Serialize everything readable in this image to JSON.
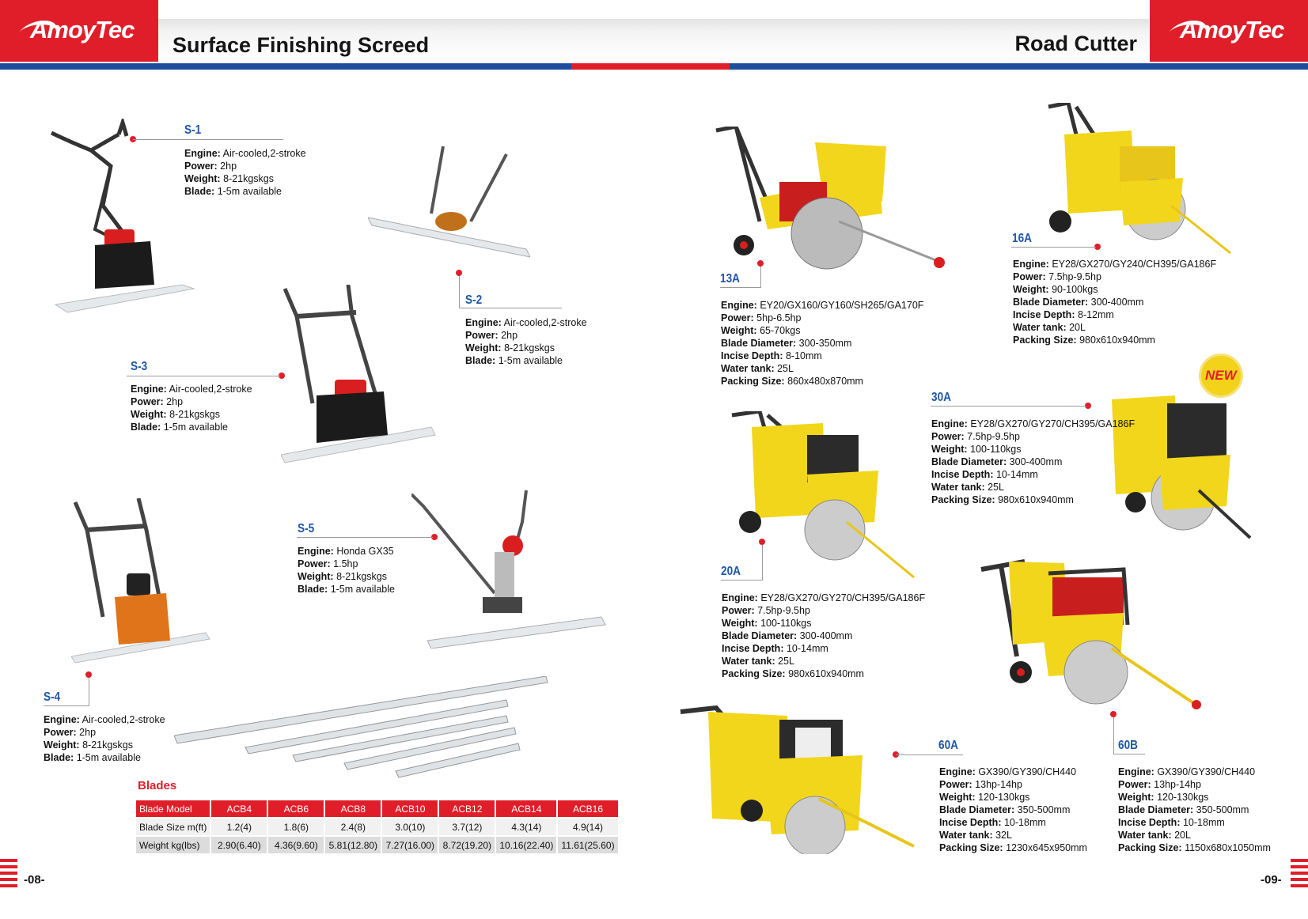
{
  "header": {
    "brand": "AmoyTec",
    "left_title": "Surface Finishing Screed",
    "right_title": "Road Cutter"
  },
  "colors": {
    "brand_red": "#e01e2a",
    "brand_blue": "#1d4e9e",
    "model_blue": "#1f56a8",
    "machine_yellow": "#f2d61b"
  },
  "screeds": [
    {
      "model": "S-1",
      "specs": [
        {
          "k": "Engine:",
          "v": "Air-cooled,2-stroke"
        },
        {
          "k": "Power:",
          "v": "2hp"
        },
        {
          "k": "Weight:",
          "v": "8-21kgskgs"
        },
        {
          "k": "Blade:",
          "v": "1-5m available"
        }
      ]
    },
    {
      "model": "S-2",
      "specs": [
        {
          "k": "Engine:",
          "v": "Air-cooled,2-stroke"
        },
        {
          "k": "Power:",
          "v": "2hp"
        },
        {
          "k": "Weight:",
          "v": "8-21kgskgs"
        },
        {
          "k": "Blade:",
          "v": "1-5m available"
        }
      ]
    },
    {
      "model": "S-3",
      "specs": [
        {
          "k": "Engine:",
          "v": "Air-cooled,2-stroke"
        },
        {
          "k": "Power:",
          "v": "2hp"
        },
        {
          "k": "Weight:",
          "v": "8-21kgskgs"
        },
        {
          "k": "Blade:",
          "v": "1-5m available"
        }
      ]
    },
    {
      "model": "S-4",
      "specs": [
        {
          "k": "Engine:",
          "v": "Air-cooled,2-stroke"
        },
        {
          "k": "Power:",
          "v": "2hp"
        },
        {
          "k": "Weight:",
          "v": "8-21kgskgs"
        },
        {
          "k": "Blade:",
          "v": "1-5m available"
        }
      ]
    },
    {
      "model": "S-5",
      "specs": [
        {
          "k": "Engine:",
          "v": "Honda GX35"
        },
        {
          "k": "Power:",
          "v": "1.5hp"
        },
        {
          "k": "Weight:",
          "v": "8-21kgskgs"
        },
        {
          "k": "Blade:",
          "v": "1-5m available"
        }
      ]
    }
  ],
  "cutters": [
    {
      "model": "13A",
      "specs": [
        {
          "k": "Engine:",
          "v": "EY20/GX160/GY160/SH265/GA170F"
        },
        {
          "k": "Power:",
          "v": "5hp-6.5hp"
        },
        {
          "k": "Weight:",
          "v": "65-70kgs"
        },
        {
          "k": "Blade Diameter:",
          "v": "300-350mm"
        },
        {
          "k": "Incise Depth:",
          "v": "8-10mm"
        },
        {
          "k": "Water tank:",
          "v": "25L"
        },
        {
          "k": "Packing Size:",
          "v": " 860x480x870mm"
        }
      ]
    },
    {
      "model": "16A",
      "specs": [
        {
          "k": "Engine:",
          "v": "EY28/GX270/GY240/CH395/GA186F"
        },
        {
          "k": "Power:",
          "v": "7.5hp-9.5hp"
        },
        {
          "k": "Weight:",
          "v": "90-100kgs"
        },
        {
          "k": "Blade Diameter:",
          "v": "300-400mm"
        },
        {
          "k": "Incise Depth:",
          "v": "8-12mm"
        },
        {
          "k": "Water tank:",
          "v": "20L"
        },
        {
          "k": "Packing Size:",
          "v": " 980x610x940mm"
        }
      ]
    },
    {
      "model": "30A",
      "specs": [
        {
          "k": "Engine:",
          "v": "EY28/GX270/GY270/CH395/GA186F"
        },
        {
          "k": "Power:",
          "v": "7.5hp-9.5hp"
        },
        {
          "k": "Weight:",
          "v": "100-110kgs"
        },
        {
          "k": "Blade Diameter:",
          "v": "300-400mm"
        },
        {
          "k": "Incise Depth:",
          "v": "10-14mm"
        },
        {
          "k": "Water tank:",
          "v": "25L"
        },
        {
          "k": "Packing Size:",
          "v": " 980x610x940mm"
        }
      ]
    },
    {
      "model": "20A",
      "specs": [
        {
          "k": "Engine:",
          "v": "EY28/GX270/GY270/CH395/GA186F"
        },
        {
          "k": "Power:",
          "v": "7.5hp-9.5hp"
        },
        {
          "k": "Weight:",
          "v": "100-110kgs"
        },
        {
          "k": "Blade Diameter:",
          "v": "300-400mm"
        },
        {
          "k": "Incise Depth:",
          "v": "10-14mm"
        },
        {
          "k": "Water tank:",
          "v": "25L"
        },
        {
          "k": "Packing Size:",
          "v": " 980x610x940mm"
        }
      ]
    },
    {
      "model": "60A",
      "specs": [
        {
          "k": "Engine:",
          "v": "GX390/GY390/CH440"
        },
        {
          "k": "Power:",
          "v": "13hp-14hp"
        },
        {
          "k": "Weight:",
          "v": "120-130kgs"
        },
        {
          "k": "Blade Diameter:",
          "v": "350-500mm"
        },
        {
          "k": "Incise Depth:",
          "v": "10-18mm"
        },
        {
          "k": "Water tank:",
          "v": "32L"
        },
        {
          "k": "Packing Size:",
          "v": " 1230x645x950mm"
        }
      ]
    },
    {
      "model": "60B",
      "specs": [
        {
          "k": "Engine:",
          "v": "GX390/GY390/CH440"
        },
        {
          "k": "Power:",
          "v": "13hp-14hp"
        },
        {
          "k": "Weight:",
          "v": "120-130kgs"
        },
        {
          "k": "Blade Diameter:",
          "v": "350-500mm"
        },
        {
          "k": "Incise Depth:",
          "v": "10-18mm"
        },
        {
          "k": "Water tank:",
          "v": "20L"
        },
        {
          "k": "Packing Size:",
          "v": " 1150x680x1050mm"
        }
      ]
    }
  ],
  "new_badge": "NEW",
  "blades": {
    "title": "Blades",
    "header": [
      "Blade Model",
      "ACB4",
      "ACB6",
      "ACB8",
      "ACB10",
      "ACB12",
      "ACB14",
      "ACB16"
    ],
    "rows": [
      [
        "Blade Size m(ft)",
        "1.2(4)",
        "1.8(6)",
        "2.4(8)",
        "3.0(10)",
        "3.7(12)",
        "4.3(14)",
        "4.9(14)"
      ],
      [
        "Weight kg(lbs)",
        "2.90(6.40)",
        "4.36(9.60)",
        "5.81(12.80)",
        "7.27(16.00)",
        "8.72(19.20)",
        "10.16(22.40)",
        "11.61(25.60)"
      ]
    ]
  },
  "pages": {
    "left": "-08-",
    "right": "-09-"
  }
}
